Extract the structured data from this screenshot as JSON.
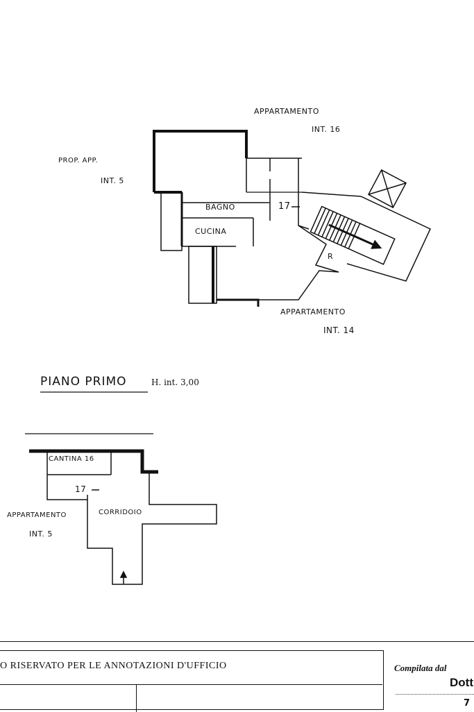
{
  "upper_plan": {
    "labels": {
      "app16_a": "APPARTAMENTO",
      "app16_b": "INT. 16",
      "prop_a": "PROP. APP.",
      "prop_b": "INT. 5",
      "bagno": "BAGNO",
      "cucina": "CUCINA",
      "num17": "17",
      "r": "R",
      "app14_a": "APPARTAMENTO",
      "app14_b": "INT. 14"
    }
  },
  "floor_title": {
    "title": "PIANO PRIMO",
    "height_note": "H. int. 3,00"
  },
  "lower_plan": {
    "labels": {
      "cantina": "CANTINA 16",
      "num17": "17",
      "corridoio": "CORRIDOIO",
      "app5_a": "APPARTAMENTO",
      "app5_b": "INT. 5"
    }
  },
  "footer": {
    "reserved": "O RISERVATO PER LE ANNOTAZIONI D'UFFICIO",
    "compiled": "Compilata dal",
    "name_fragment": "Dott",
    "date_fragment": "7"
  }
}
